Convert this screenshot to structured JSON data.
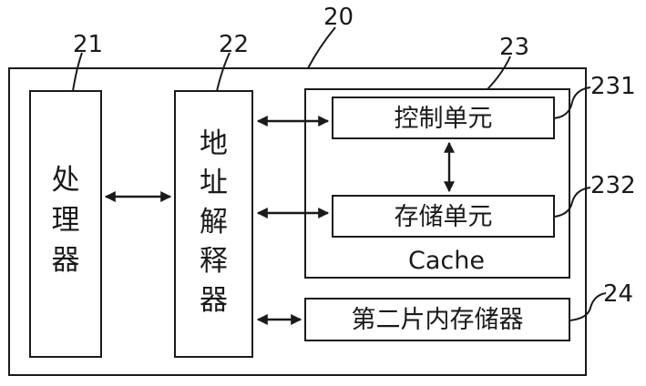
{
  "refs": {
    "system": "20",
    "processor": "21",
    "address_parser": "22",
    "cache": "23",
    "control_unit": "231",
    "storage_unit": "232",
    "onchip_memory": "24"
  },
  "processor_chars": [
    "处",
    "理",
    "器"
  ],
  "address_parser_chars": [
    "地",
    "址",
    "解",
    "释",
    "器"
  ],
  "control_unit_label": "控制单元",
  "storage_unit_label": "存储单元",
  "cache_label": "Cache",
  "onchip_memory_label": "第二片内存储器"
}
